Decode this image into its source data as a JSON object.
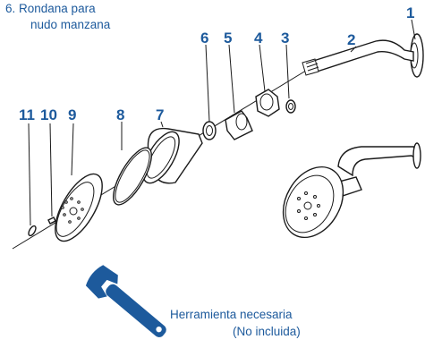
{
  "washer_note": {
    "line1": "6. Rondana para",
    "line2": "nudo manzana"
  },
  "labels": [
    {
      "id": "1",
      "text": "1"
    },
    {
      "id": "2",
      "text": "2"
    },
    {
      "id": "3",
      "text": "3"
    },
    {
      "id": "4",
      "text": "4"
    },
    {
      "id": "5",
      "text": "5"
    },
    {
      "id": "6",
      "text": "6"
    },
    {
      "id": "7",
      "text": "7"
    },
    {
      "id": "8",
      "text": "8"
    },
    {
      "id": "9",
      "text": "9"
    },
    {
      "id": "10",
      "text": "10"
    },
    {
      "id": "11",
      "text": "11"
    }
  ],
  "tool_note": {
    "line1": "Herramienta necesaria",
    "line2": "(No incluida)"
  },
  "colors": {
    "label_blue": "#1d5a9c",
    "wrench_blue": "#1d5a9c",
    "line": "#1a1a1a"
  },
  "icons": {
    "tool": "wrench-icon"
  }
}
